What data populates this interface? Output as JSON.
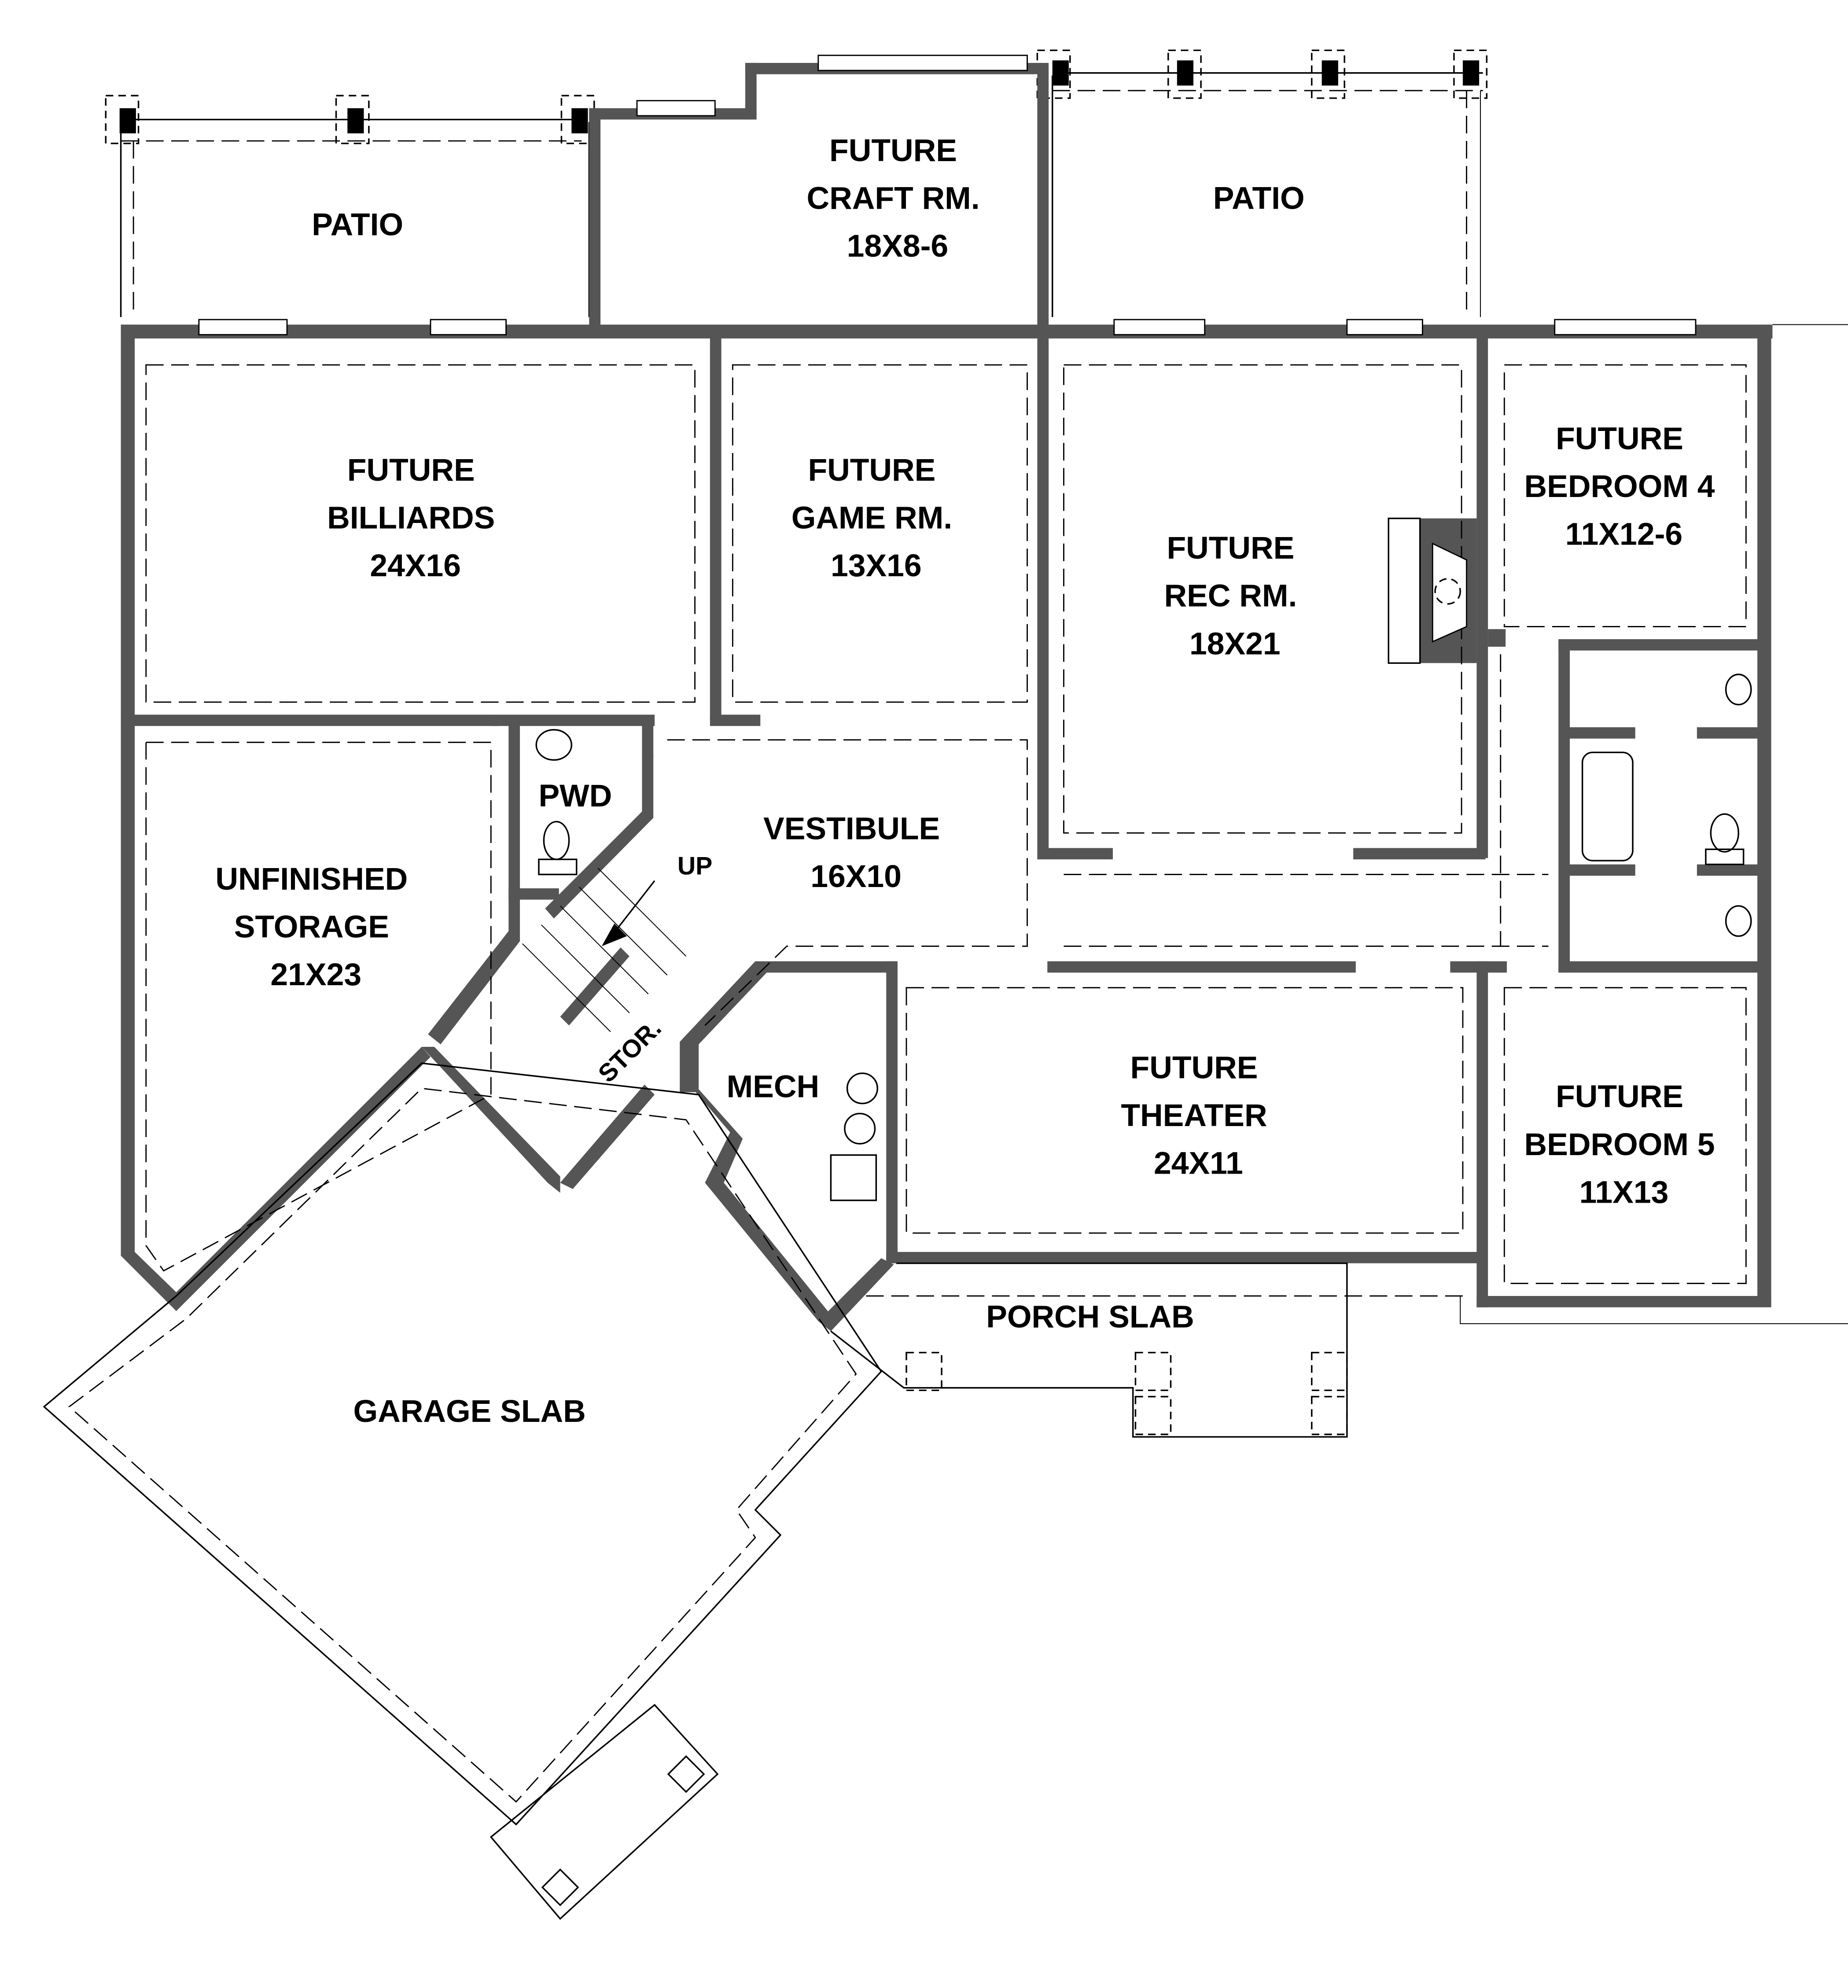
{
  "plan": {
    "title": "Basement Floor Plan",
    "wall_color": "#555555",
    "line_color": "#000000",
    "background": "#ffffff",
    "rooms": [
      {
        "id": "patio-left",
        "lines": [
          "PATIO"
        ]
      },
      {
        "id": "craft-room",
        "lines": [
          "FUTURE",
          "CRAFT RM.",
          "18X8-6"
        ]
      },
      {
        "id": "patio-right",
        "lines": [
          "PATIO"
        ]
      },
      {
        "id": "billiards",
        "lines": [
          "FUTURE",
          "BILLIARDS",
          "24X16"
        ]
      },
      {
        "id": "game-room",
        "lines": [
          "FUTURE",
          "GAME RM.",
          "13X16"
        ]
      },
      {
        "id": "rec-room",
        "lines": [
          "FUTURE",
          "REC RM.",
          "18X21"
        ]
      },
      {
        "id": "bedroom-4",
        "lines": [
          "FUTURE",
          "BEDROOM 4",
          "11X12-6"
        ]
      },
      {
        "id": "unfinished-storage",
        "lines": [
          "UNFINISHED",
          "STORAGE",
          "21X23"
        ]
      },
      {
        "id": "powder-room",
        "lines": [
          "PWD"
        ]
      },
      {
        "id": "vestibule",
        "lines": [
          "VESTIBULE",
          "16X10"
        ]
      },
      {
        "id": "storage-closet",
        "lines": [
          "STOR."
        ]
      },
      {
        "id": "mechanical",
        "lines": [
          "MECH"
        ]
      },
      {
        "id": "theater",
        "lines": [
          "FUTURE",
          "THEATER",
          "24X11"
        ]
      },
      {
        "id": "bedroom-5",
        "lines": [
          "FUTURE",
          "BEDROOM 5",
          "11X13"
        ]
      },
      {
        "id": "porch-slab",
        "lines": [
          "PORCH SLAB"
        ]
      },
      {
        "id": "garage-slab",
        "lines": [
          "GARAGE SLAB"
        ]
      }
    ],
    "stair_label": "UP"
  }
}
